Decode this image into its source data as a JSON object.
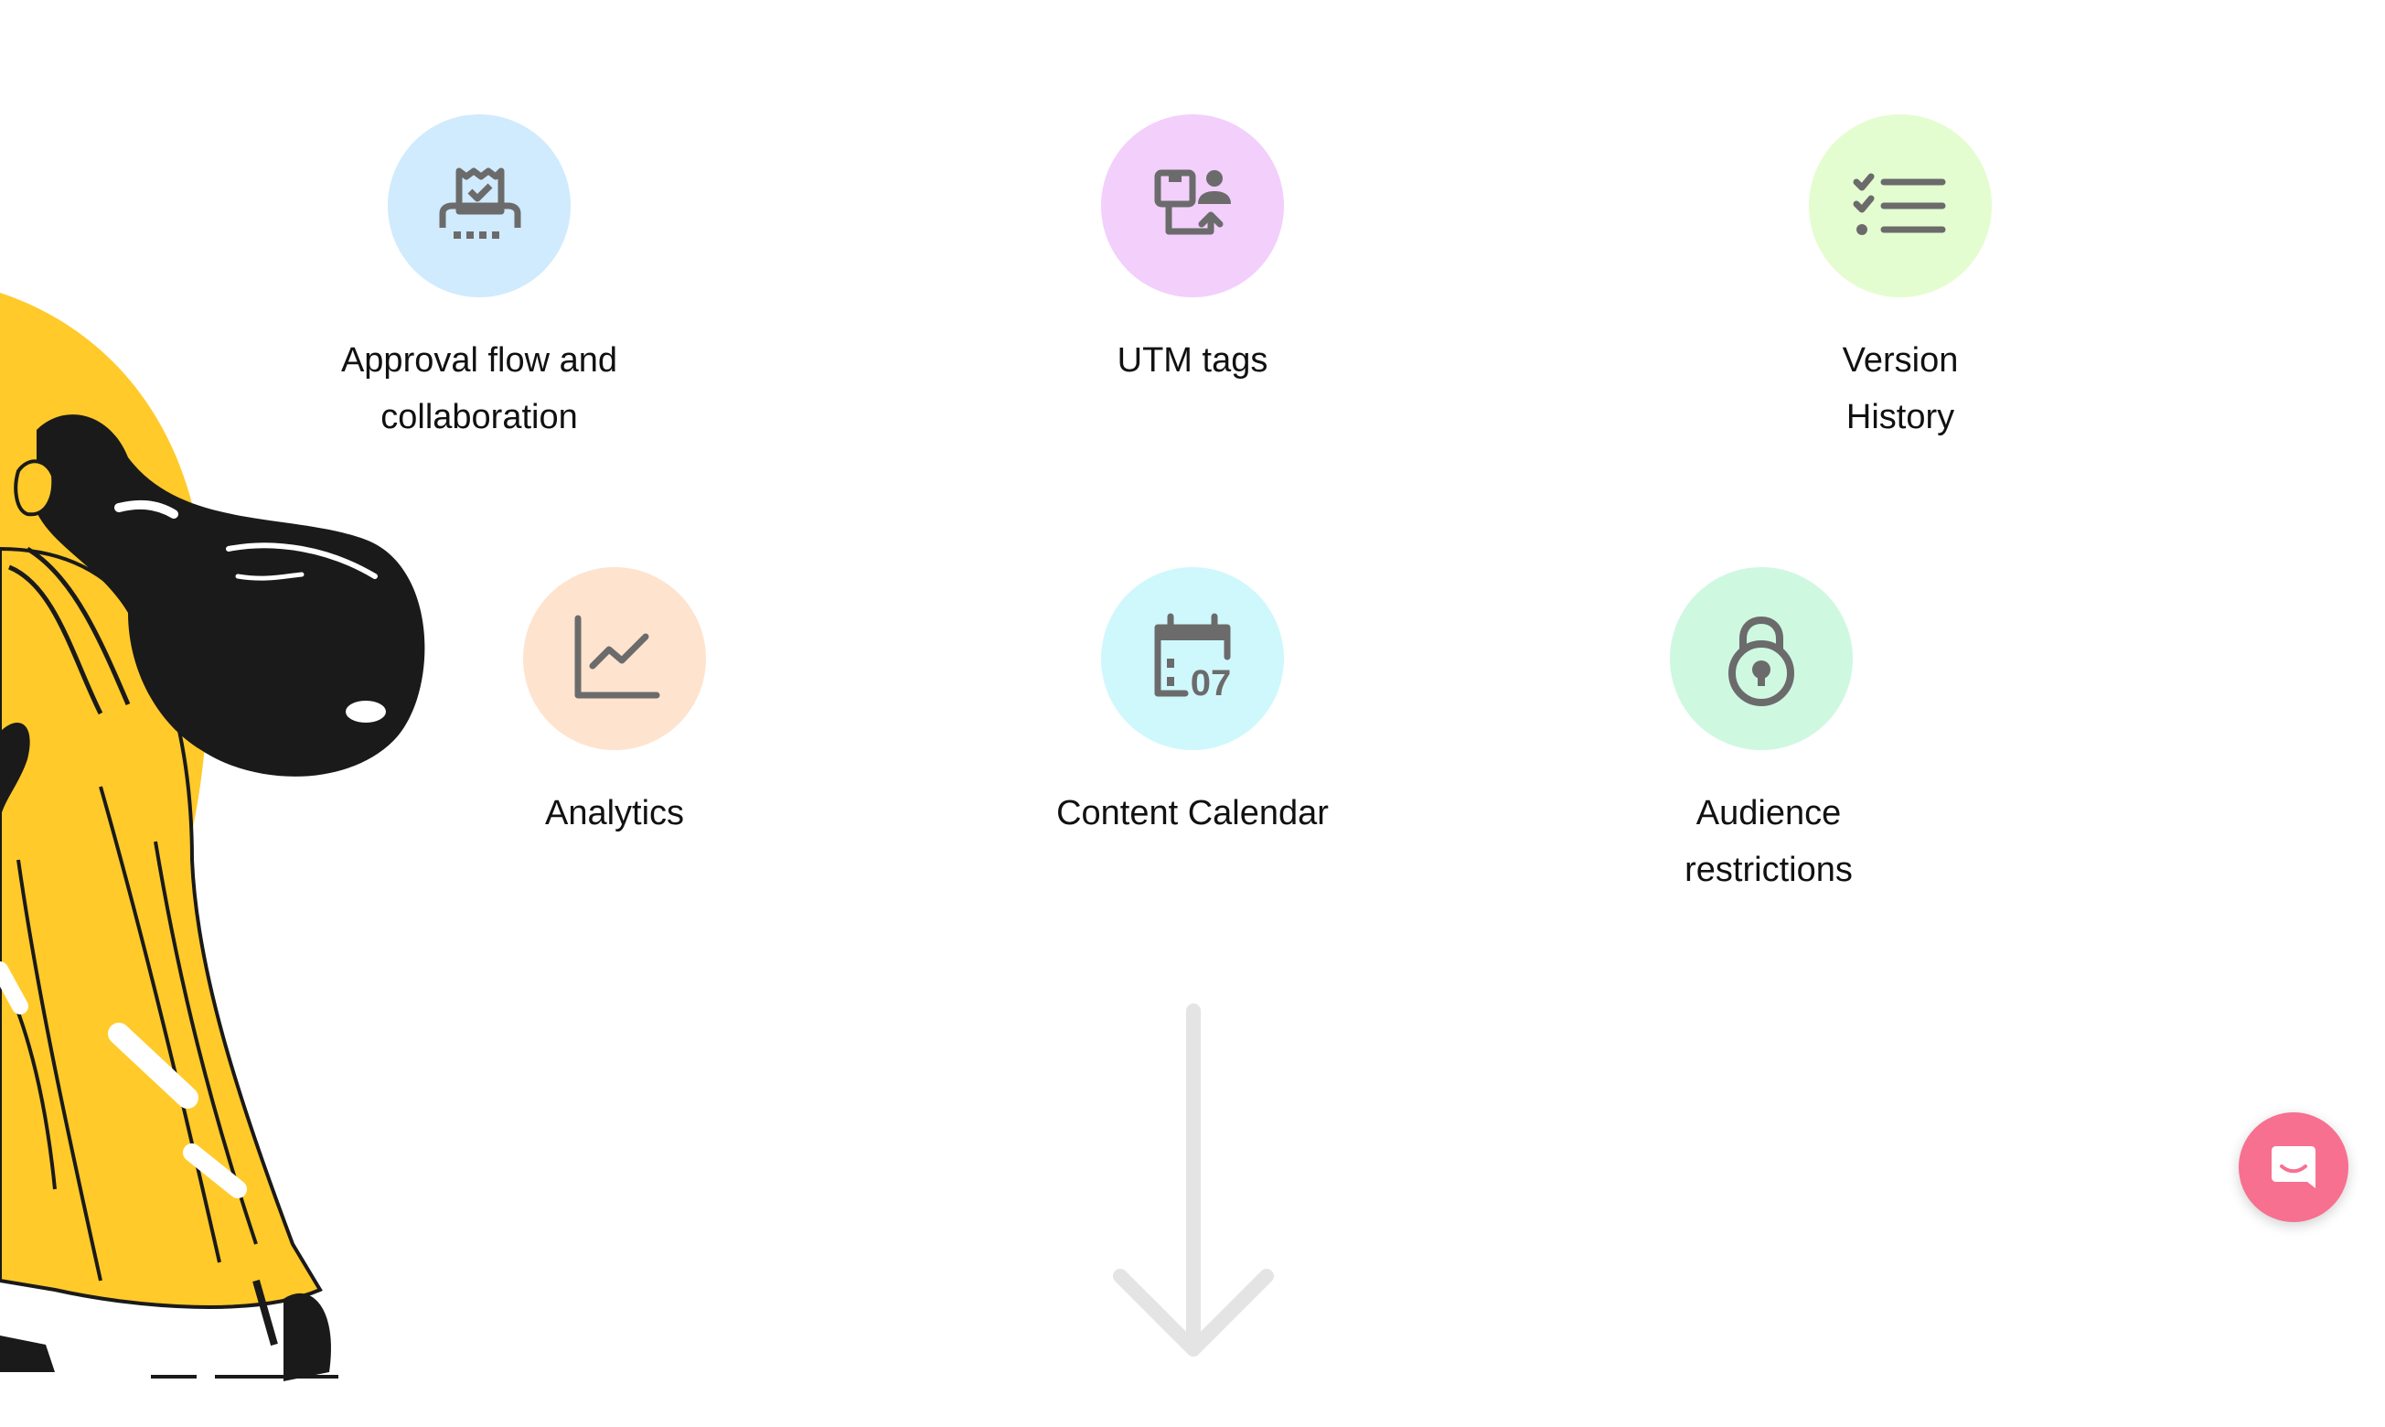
{
  "features": [
    {
      "id": "approval",
      "label_line1": "Approval flow and",
      "label_line2": "collaboration",
      "bg": "#D0EBFD",
      "icon": "approval-stamp-icon"
    },
    {
      "id": "utm",
      "label_line1": "UTM tags",
      "label_line2": "",
      "bg": "#F3CFFC",
      "icon": "utm-tag-icon"
    },
    {
      "id": "version",
      "label_line1": "Version",
      "label_line2": "History",
      "bg": "#E4FDD0",
      "icon": "checklist-icon"
    },
    {
      "id": "analytics",
      "label_line1": "Analytics",
      "label_line2": "",
      "bg": "#FEE3CE",
      "icon": "line-chart-icon"
    },
    {
      "id": "calendar",
      "label_line1": "Content Calendar",
      "label_line2": "",
      "bg": "#CFF8FC",
      "icon": "calendar-icon",
      "icon_text": "07"
    },
    {
      "id": "audience",
      "label_line1": "Audience",
      "label_line2": "restrictions",
      "bg": "#CFF8E1",
      "icon": "padlock-icon"
    }
  ],
  "colors": {
    "icon_gray": "#6B6B6B",
    "illustration_yellow": "#FFCA2A",
    "arrow_gray": "#E4E4E4",
    "chat_button": "#F7708F"
  },
  "chat_button": {
    "icon": "chat-icon"
  },
  "scroll_arrow": {
    "icon": "arrow-down-icon"
  }
}
